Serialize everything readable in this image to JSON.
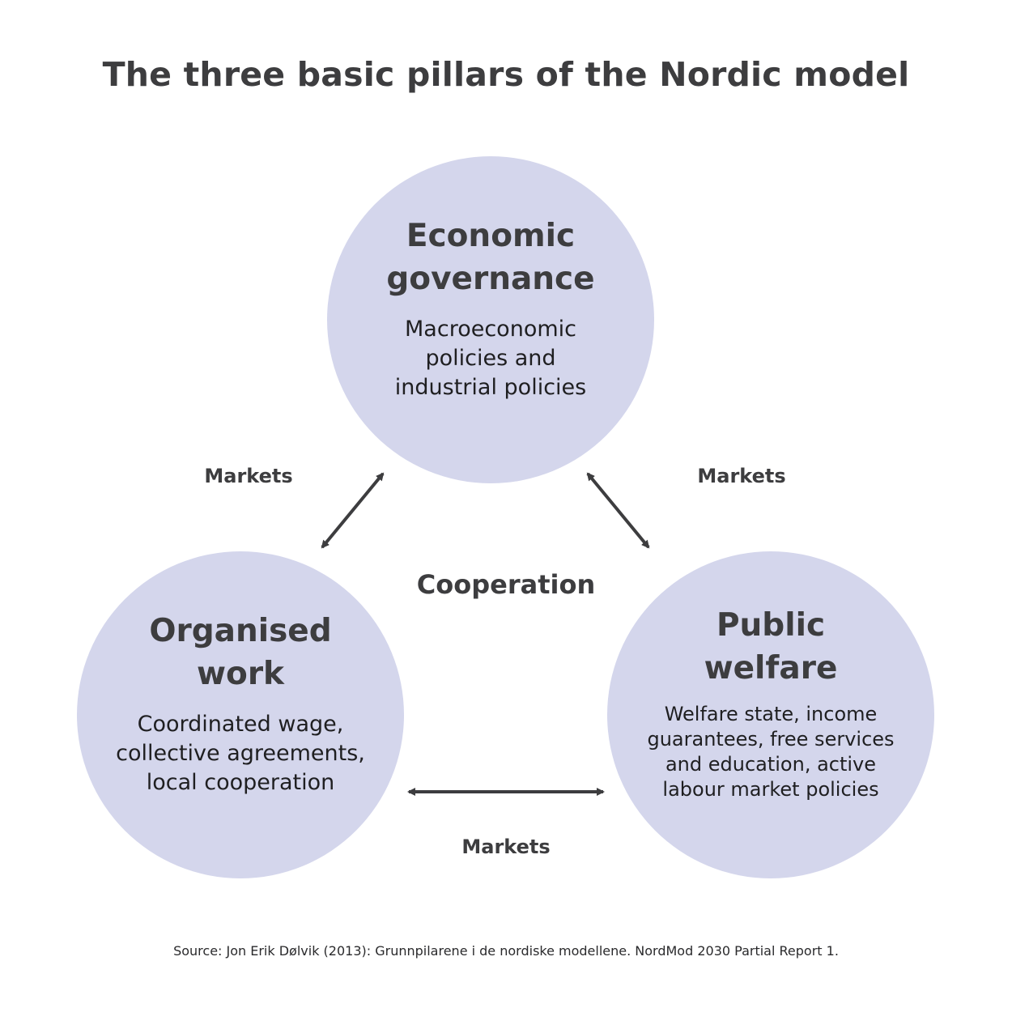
{
  "title": "The three basic pillars of the Nordic model",
  "pillars": {
    "top": {
      "heading": "Economic\ngovernance",
      "description": "Macroeconomic\npolicies and\nindustrial policies"
    },
    "left": {
      "heading": "Organised\nwork",
      "description": "Coordinated wage,\ncollective agreements,\nlocal cooperation"
    },
    "right": {
      "heading": "Public\nwelfare",
      "description": "Welfare state, income\nguarantees, free services\nand education, active\nlabour market policies"
    }
  },
  "links": {
    "left_label": "Markets",
    "right_label": "Markets",
    "bottom_label": "Markets",
    "center_label": "Cooperation"
  },
  "source": "Source: Jon Erik Dølvik (2013): Grunnpilarene i de nordiske modellene. NordMod 2030 Partial Report 1.",
  "colors": {
    "circle_fill": "#d4d6ec",
    "text": "#3d3d3f",
    "arrow": "#3d3d3f"
  }
}
